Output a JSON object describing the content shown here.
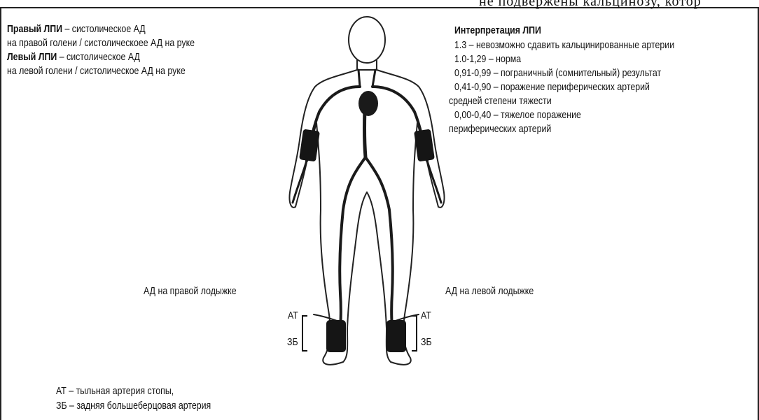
{
  "clipped_top_text": "не подвержены кальцинозу, котор",
  "definitions": {
    "right_title": "Правый ЛПИ",
    "right_text_1": " – систолическое АД",
    "right_text_2": "на правой голени / систолическоее АД на руке",
    "left_title": "Левый ЛПИ",
    "left_text_1": " – систолическое АД",
    "left_text_2": "на левой голени / систолическое АД на руке"
  },
  "interpretation": {
    "title": "Интерпретация ЛПИ",
    "lines": [
      "1.3 – невозможно сдавить кальцинированные артерии",
      "1.0-1,29 – норма",
      "0,91-0,99 – пограничный (сомнительный) результат",
      "0,41-0,90 – поражение периферических артерий",
      "средней степени тяжести",
      "0,00-0,40 – тяжелое поражение",
      "периферических артерий"
    ]
  },
  "ankle_labels": {
    "right": "АД на правой лодыжке",
    "left": "АД на левой лодыжке"
  },
  "bracket_labels": {
    "top": "АТ",
    "bottom": "ЗБ"
  },
  "legend": {
    "line1": "АТ – тыльная артерия стопы,",
    "line2": "ЗБ – задняя большеберцовая артерия"
  },
  "colors": {
    "outline": "#222222",
    "artery": "#1a1a1a",
    "cuff": "#151515"
  }
}
